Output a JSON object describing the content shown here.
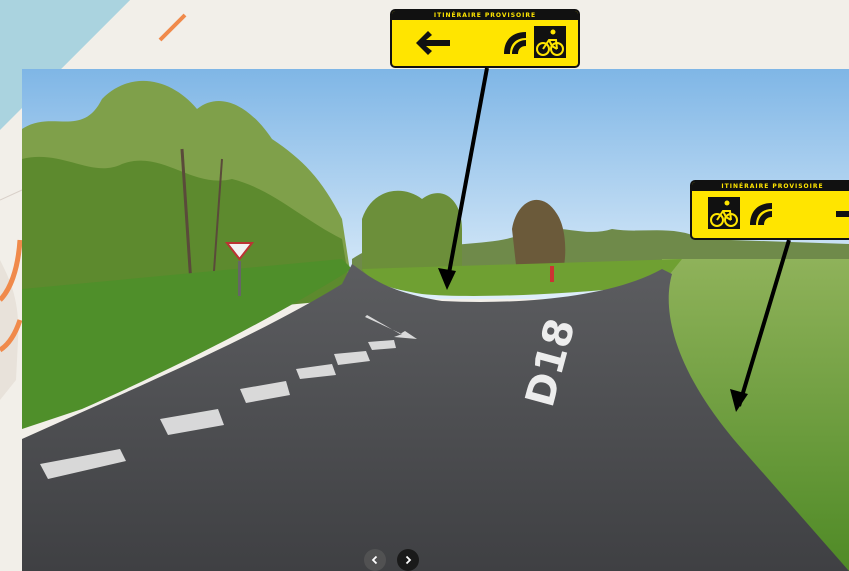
{
  "sign_left": {
    "title": "ITINÉRAIRE PROVISOIRE",
    "arrow_icon": "arrow-left-icon",
    "icons": [
      "velo-route-logo-icon",
      "cyclist-icon"
    ]
  },
  "sign_right": {
    "title": "ITINÉRAIRE PROVISOIRE",
    "arrow_icon": "arrow-right-icon",
    "icons": [
      "cyclist-icon",
      "velo-route-logo-icon"
    ]
  },
  "road_marking": "D18",
  "gallery": {
    "prev_icon": "chevron-left-icon",
    "next_icon": "chevron-right-icon"
  },
  "colors": {
    "sign_yellow": "#ffe500",
    "sign_black": "#111111",
    "road": "#4e4f51",
    "grass": "#5f9a2e",
    "sky": "#9cc9ee"
  }
}
